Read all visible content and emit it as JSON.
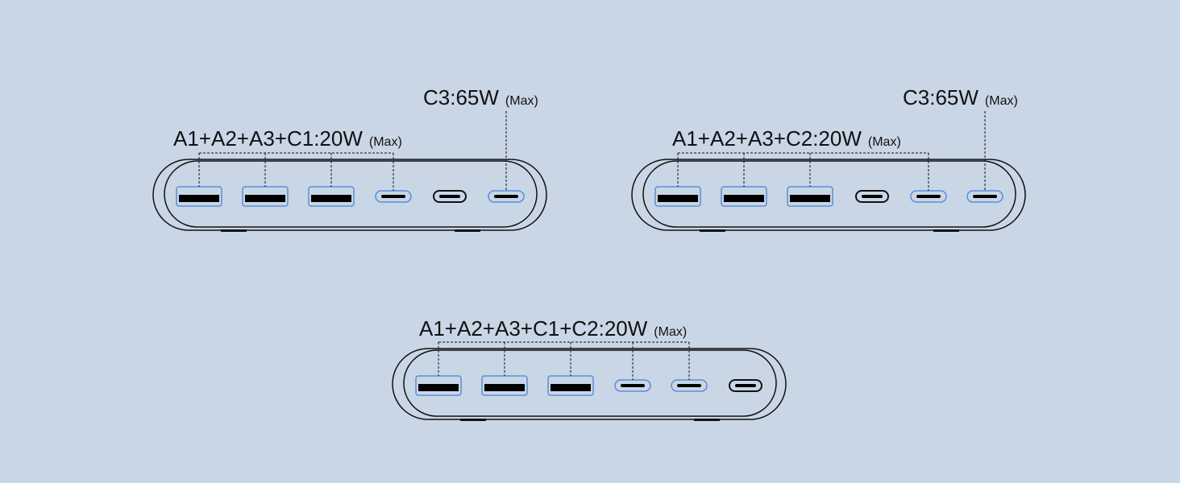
{
  "colors": {
    "background": "#c9d6e6",
    "outline": "#111111",
    "active_port_fill": "#c9d6e6",
    "active_port_border": "#5b8fd6",
    "slot": "#000000"
  },
  "icons": [
    "usb-a-port-icon",
    "usb-c-port-icon",
    "charger-body-icon"
  ],
  "configs": [
    {
      "label_group": {
        "main": "A1+A2+A3+C1:20W",
        "max": "(Max)"
      },
      "label_single": {
        "main": "C3:65W",
        "max": "(Max)"
      },
      "ports": [
        {
          "type": "A",
          "active": true
        },
        {
          "type": "A",
          "active": true
        },
        {
          "type": "A",
          "active": true
        },
        {
          "type": "C",
          "active": true
        },
        {
          "type": "C",
          "active": false
        },
        {
          "type": "C",
          "active": true
        }
      ],
      "group_ports": [
        0,
        1,
        2,
        3
      ],
      "single_port": 5
    },
    {
      "label_group": {
        "main": "A1+A2+A3+C2:20W",
        "max": "(Max)"
      },
      "label_single": {
        "main": "C3:65W",
        "max": "(Max)"
      },
      "ports": [
        {
          "type": "A",
          "active": true
        },
        {
          "type": "A",
          "active": true
        },
        {
          "type": "A",
          "active": true
        },
        {
          "type": "C",
          "active": false
        },
        {
          "type": "C",
          "active": true
        },
        {
          "type": "C",
          "active": true
        }
      ],
      "group_ports": [
        0,
        1,
        2,
        4
      ],
      "single_port": 5
    },
    {
      "label_group": {
        "main": "A1+A2+A3+C1+C2:20W",
        "max": "(Max)"
      },
      "ports": [
        {
          "type": "A",
          "active": true
        },
        {
          "type": "A",
          "active": true
        },
        {
          "type": "A",
          "active": true
        },
        {
          "type": "C",
          "active": true
        },
        {
          "type": "C",
          "active": true
        },
        {
          "type": "C",
          "active": false
        }
      ],
      "group_ports": [
        0,
        1,
        2,
        3,
        4
      ]
    }
  ]
}
